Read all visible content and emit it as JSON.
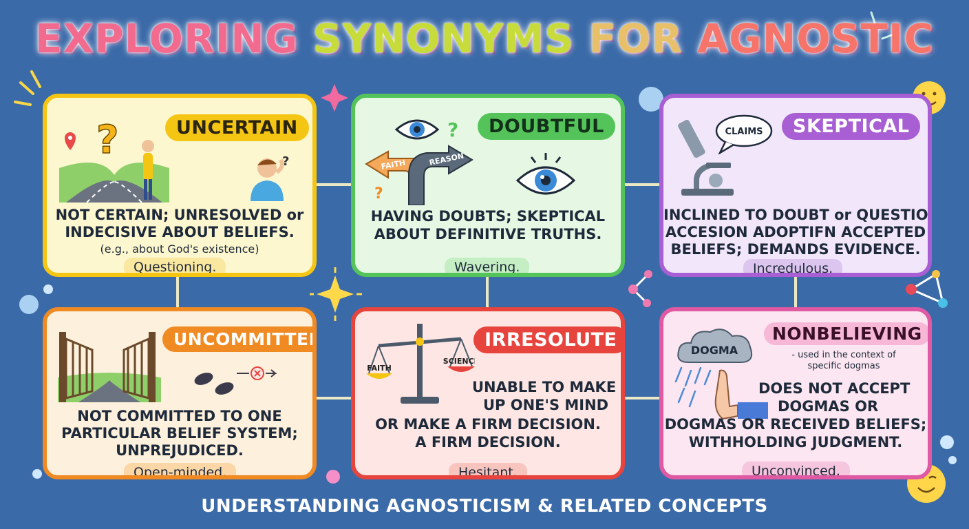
{
  "title": {
    "parts": [
      "EXPLORING ",
      "SYNONYMS ",
      "FOR ",
      "AGNOSTIC"
    ]
  },
  "footer": "UNDERSTANDING AGNOSTICISM & RELATED CONCEPTS",
  "cards": {
    "uncertain": {
      "term": "UNCERTAIN",
      "desc1": "NOT CERTAIN; UNRESOLVED or",
      "desc2": "INDECISIVE ABOUT BELIEFS.",
      "example": "(e.g., about God's existence)",
      "synonym": "Questioning."
    },
    "doubtful": {
      "term": "DOUBTFUL",
      "desc1": "HAVING DOUBTS; SKEPTICAL",
      "desc2": "ABOUT DEFINITIVE TRUTHS.",
      "synonym": "Wavering.",
      "icon_labels": [
        "FAITH",
        "REASON"
      ]
    },
    "skeptical": {
      "term": "SKEPTICAL",
      "desc1": "INCLINED TO DOUBT or QUESTION",
      "desc2": "ACCESION ADOPTIFN ACCEPTED",
      "desc3": "BELIEFS; DEMANDS EVIDENCE.",
      "synonym": "Incredulous.",
      "bubble": "CLAIMS"
    },
    "uncommitted": {
      "term": "UNCOMMITTED",
      "desc1": "NOT COMMITTED TO ONE",
      "desc2": "PARTICULAR BELIEF SYSTEM;",
      "desc3": "UNPREJUDICED.",
      "synonym": "Open-minded."
    },
    "irresolute": {
      "term": "IRRESOLUTE",
      "desc1": "UNABLE TO MAKE",
      "desc2": "UP ONE'S MIND",
      "desc3": "OR MAKE A FIRM DECISION.",
      "desc4": "A FIRM DECISION.",
      "synonym": "Hesitant.",
      "scale_labels": [
        "FAITH",
        "SCIENCE"
      ]
    },
    "nonbelieving": {
      "term": "NONBELIEVING",
      "note1": "- used in the context of",
      "note2": "specific dogmas",
      "desc1": "DOES NOT ACCEPT",
      "desc2": "DOGMAS OR",
      "desc3": "DOGMAS OR RECEIVED BELIEFS;",
      "desc4": "WITHHOLDING JUDGMENT.",
      "synonym": "Unconvinced.",
      "cloud": "DOGMA"
    }
  },
  "colors": {
    "background": "#3b6aa8",
    "yellow": "#f5c513",
    "green": "#54c45a",
    "purple": "#a85fd3",
    "orange": "#f08a22",
    "red": "#e6443d",
    "pink": "#e05aa3"
  }
}
